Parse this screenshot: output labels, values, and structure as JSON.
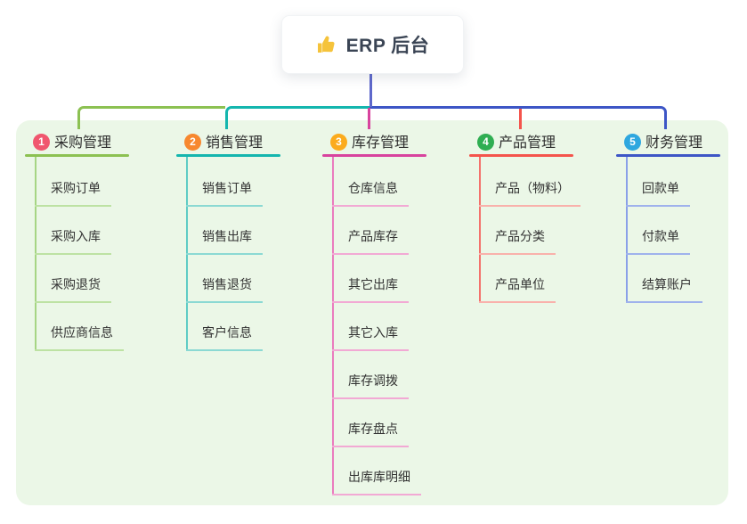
{
  "root": {
    "title": "ERP 后台",
    "icon": "thumbs-up-icon",
    "icon_color": "#f5c33b"
  },
  "colors": {
    "page_background": "#ffffff",
    "panel_background": "#ebf7e7",
    "root_stem": "#5e68cb",
    "node_text": "#333333",
    "root_text": "#3a4454"
  },
  "branches": [
    {
      "index": "1",
      "title": "采购管理",
      "badge_color": "#f0566e",
      "line_color": "#8cc152",
      "spine_color": "#a6d584",
      "child_line_color": "#bde2a3",
      "children": [
        "采购订单",
        "采购入库",
        "采购退货",
        "供应商信息"
      ]
    },
    {
      "index": "2",
      "title": "销售管理",
      "badge_color": "#f7882f",
      "line_color": "#14b6ae",
      "spine_color": "#5fccc5",
      "child_line_color": "#8bd9d3",
      "children": [
        "销售订单",
        "销售出库",
        "销售退货",
        "客户信息"
      ]
    },
    {
      "index": "3",
      "title": "库存管理",
      "badge_color": "#fbab1d",
      "line_color": "#d8439e",
      "spine_color": "#ea7cbe",
      "child_line_color": "#f2a9d4",
      "children": [
        "仓库信息",
        "产品库存",
        "其它出库",
        "其它入库",
        "库存调拨",
        "库存盘点",
        "出库库明细"
      ]
    },
    {
      "index": "4",
      "title": "产品管理",
      "badge_color": "#2fae52",
      "line_color": "#f4544c",
      "spine_color": "#f4726c",
      "child_line_color": "#f9b1ab",
      "children": [
        "产品（物料）",
        "产品分类",
        "产品单位"
      ]
    },
    {
      "index": "5",
      "title": "财务管理",
      "badge_color": "#2ea7df",
      "line_color": "#3d56c6",
      "spine_color": "#8aa0e8",
      "child_line_color": "#9fb2ec",
      "children": [
        "回款单",
        "付款单",
        "结算账户"
      ]
    }
  ]
}
